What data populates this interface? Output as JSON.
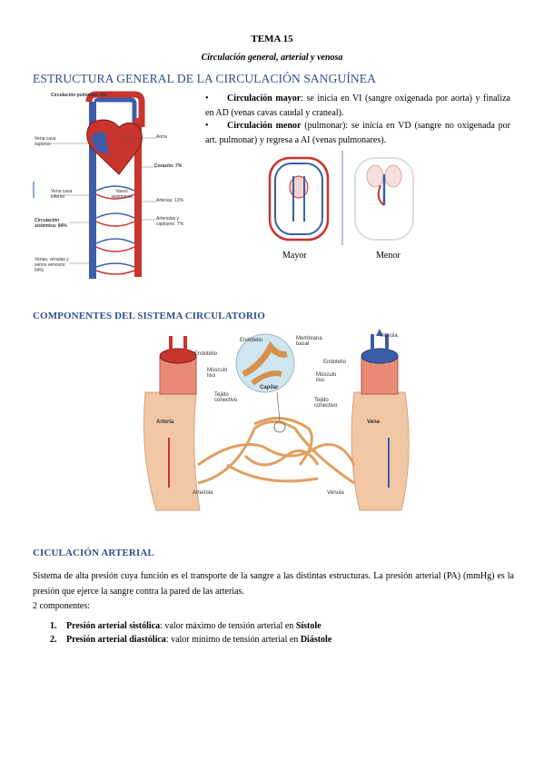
{
  "header": {
    "title": "TEMA 15",
    "subtitle": "Circulación general, arterial y venosa"
  },
  "section1": {
    "heading": "ESTRUCTURA GENERAL DE LA CIRCULACIÓN SANGUÍNEA",
    "bullets": [
      {
        "marker": "•",
        "term": "Circulación mayor",
        "text": ": se inicia en VI (sangre oxigenada por aorta) y finaliza en AD (venas cavas caudal y craneal)."
      },
      {
        "marker": "•",
        "term": "Circulación menor",
        "text": " (pulmonar): se inicia en VD (sangre no oxigenada por art. pulmonar) y regresa a AI (venas pulmonares)."
      }
    ],
    "diagram_labels": {
      "pulmonary": "Circulación pulmonar: 9%",
      "vena_cava_sup": "Vena cava superior",
      "aorta": "Aorta",
      "heart": "Corazón: 7%",
      "vena_cava_inf": "Vena cava inferior",
      "systemic_vessels": "Vasos sistémicos",
      "arteries": "Arterias: 13%",
      "systemic": "Circulación sistémica: 84%",
      "arterioles": "Arteriolas y capilares: 7%",
      "veins": "Venas, vénulas y senos venosos: 64%"
    },
    "captions": {
      "mayor": "Mayor",
      "menor": "Menor"
    }
  },
  "section2": {
    "heading": "COMPONENTES DEL SISTEMA CIRCULATORIO",
    "labels": {
      "endotelio_l": "Endotelio",
      "musculo_l": "Músculo liso",
      "tejido_l": "Tejido conectivo",
      "arteria": "Arteria",
      "arteriola": "Arteriola",
      "endotelio_c": "Endotelio",
      "membrana": "Membrana basal",
      "capilar": "Capilar",
      "valvula": "Válvula",
      "endotelio_r": "Endotelio",
      "musculo_r": "Músculo liso",
      "tejido_r": "Tejido conectivo",
      "vena": "Vena",
      "venula": "Vénula"
    }
  },
  "section3": {
    "heading": "CICULACIÓN ARTERIAL",
    "paragraph": "Sistema de alta presión cuya función es el transporte de la sangre a las distintas estructuras. La presión arterial (PA) (mmHg) es la presión que ejerce la sangre contra la pared de las arterias.",
    "components_intro": "2 componentes:",
    "components": [
      {
        "num": "1.",
        "term": "Presión arterial sistólica",
        "text": ": valor máximo de tensión arterial en ",
        "phase": "Sístole"
      },
      {
        "num": "2.",
        "term": "Presión arterial diastólica",
        "text": ": valor mínimo de tensión arterial en ",
        "phase": "Diástole"
      }
    ]
  },
  "colors": {
    "heading": "#2f4e8a",
    "artery": "#c8342e",
    "vein": "#3b5ea8",
    "vessel_tissue": "#f1c7a6"
  }
}
